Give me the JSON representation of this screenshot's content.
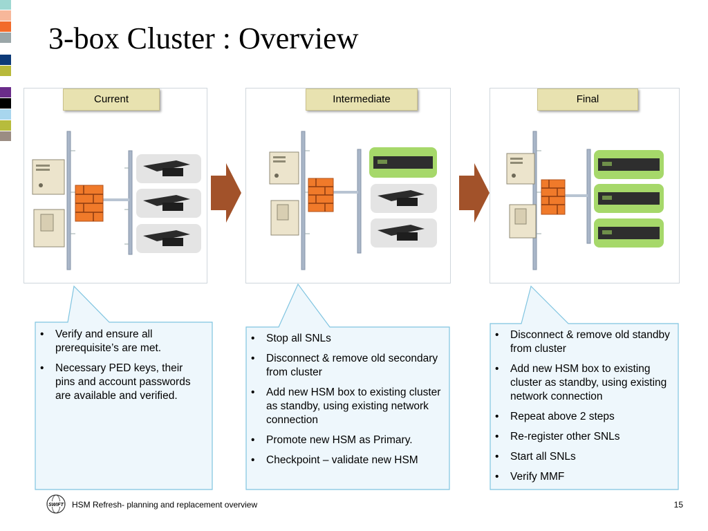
{
  "slide": {
    "title": "3-box Cluster : Overview",
    "page_number": "15",
    "footer": "HSM Refresh- planning and replacement overview",
    "logo_text": "SWIFT"
  },
  "colors": {
    "stage_label_bg": "#e8e2b0",
    "callout_bg": "#eef7fc",
    "callout_border": "#7fc4e0",
    "arrow": "#a2522a",
    "highlight_green": "#a6d86a",
    "network_bar": "#a9b6c8"
  },
  "stages": [
    {
      "label": "Current",
      "bullets": [
        "Verify and ensure all prerequisite’s are met.",
        "Necessary PED keys, their pins and account passwords are available and verified."
      ]
    },
    {
      "label": "Intermediate",
      "bullets": [
        "Stop all SNLs",
        "Disconnect & remove old secondary from cluster",
        "Add new HSM box to existing cluster as standby, using existing network connection",
        "Promote new HSM as Primary.",
        "Checkpoint – validate new HSM"
      ]
    },
    {
      "label": "Final",
      "bullets": [
        "Disconnect & remove old standby from cluster",
        "Add new HSM box to existing cluster as standby, using existing network connection",
        "Repeat above 2 steps",
        "Re-register other SNLs",
        "Start all SNLs",
        "Verify MMF"
      ]
    }
  ]
}
